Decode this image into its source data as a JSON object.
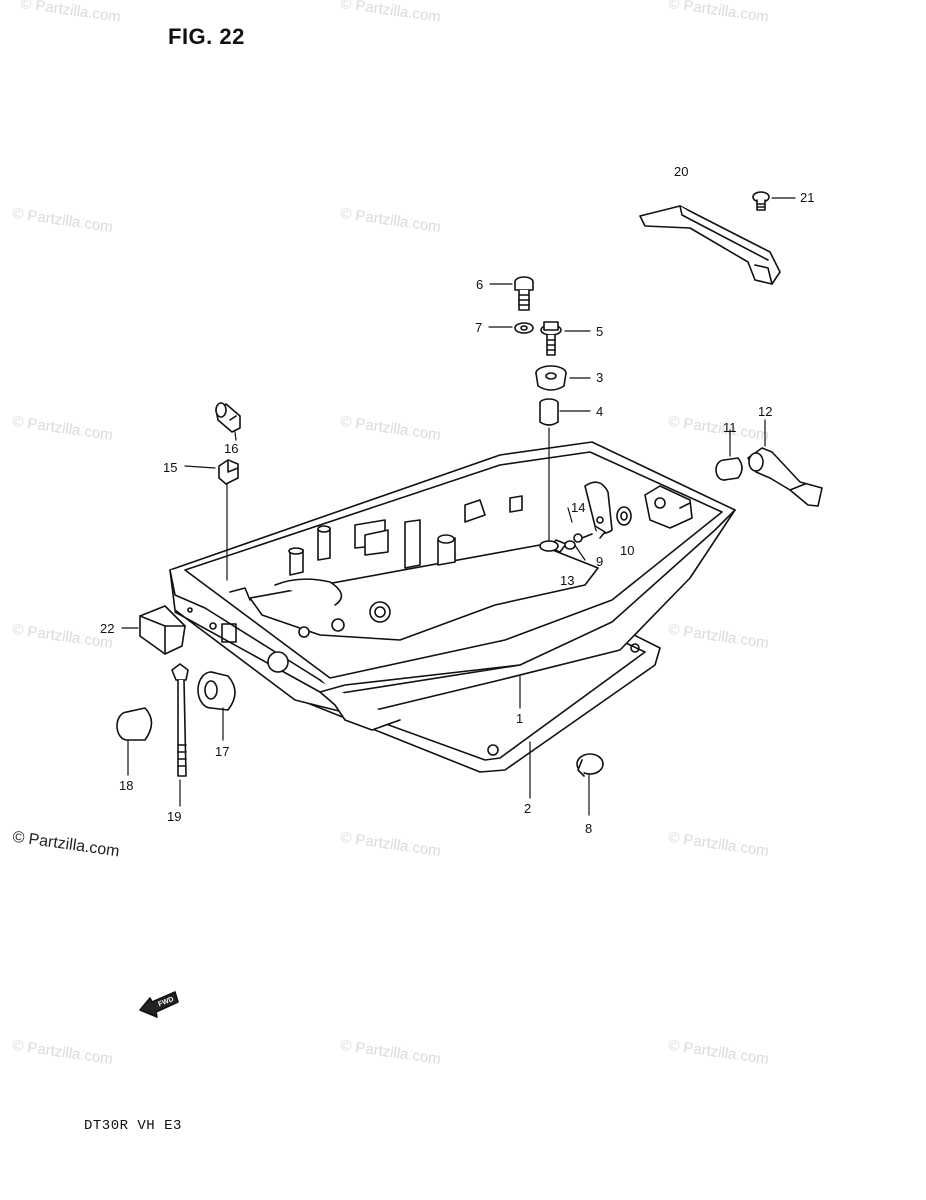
{
  "figure": {
    "title": "FIG. 22",
    "model_code": "DT30R  VH  E3"
  },
  "watermark": {
    "text": "© Partzilla.com"
  },
  "callouts": [
    "1",
    "2",
    "3",
    "4",
    "5",
    "6",
    "7",
    "8",
    "9",
    "10",
    "11",
    "12",
    "13",
    "14",
    "15",
    "16",
    "17",
    "18",
    "19",
    "20",
    "21",
    "22"
  ],
  "fwd_label": "FWD",
  "colors": {
    "ink": "#111111",
    "watermark": "#dadada",
    "background": "#ffffff"
  }
}
